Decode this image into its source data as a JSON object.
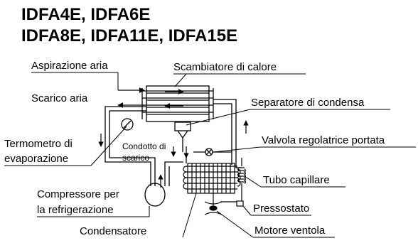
{
  "title": {
    "line1": "IDFA4E, IDFA6E",
    "line2": "IDFA8E, IDFA11E, IDFA15E"
  },
  "labels": {
    "aspirazione": "Aspirazione aria",
    "scarico_aria": "Scarico aria",
    "scambiatore": "Scambiatore di calore",
    "separatore": "Separatore di condensa",
    "valvola": "Valvola regolatrice portata",
    "termometro_1": "Termometro di",
    "termometro_2": "evaporazione",
    "condotto_1": "Condotto di",
    "condotto_2": "scarico",
    "tubo_capillare": "Tubo capillare",
    "compressore_1": "Compressore per",
    "compressore_2": "la refrigerazione",
    "pressostato": "Pressostato",
    "condensatore": "Condensatore",
    "motore_ventola": "Motore ventola"
  }
}
